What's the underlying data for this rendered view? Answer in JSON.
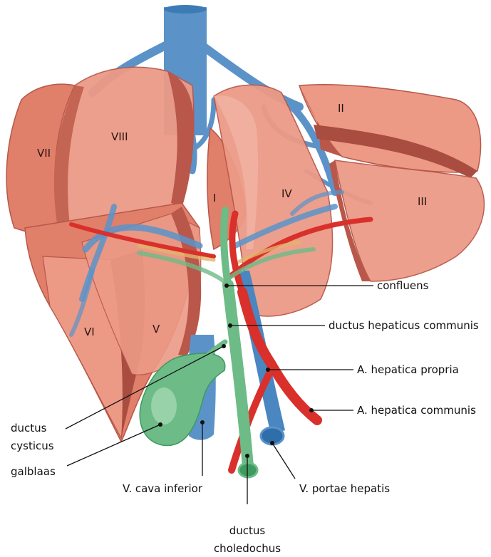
{
  "segments": {
    "s1": "I",
    "s2": "II",
    "s3": "III",
    "s4": "IV",
    "s5": "V",
    "s6": "VI",
    "s7": "VII",
    "s8": "VIII"
  },
  "labels": {
    "confluens": "confluens",
    "ductus_hepaticus_communis": "ductus hepaticus communis",
    "a_hepatica_propria": "A. hepatica propria",
    "a_hepatica_communis": "A. hepatica communis",
    "ductus_cysticus_line1": "ductus",
    "ductus_cysticus_line2": "cysticus",
    "galblaas": "galblaas",
    "v_cava_inferior": "V. cava inferior",
    "v_portae_hepatis": "V. portae hepatis",
    "ductus_choledochus_line1": "ductus",
    "ductus_choledochus_line2": "choledochus"
  },
  "colors": {
    "liver_light": "#ec9a86",
    "liver_mid": "#e07f6a",
    "liver_dark": "#b8574a",
    "vein": "#5b93c9",
    "vein_dark": "#2f6ea8",
    "artery": "#d9302b",
    "bile": "#6dbb86",
    "bile_dark": "#3e9a5f"
  }
}
